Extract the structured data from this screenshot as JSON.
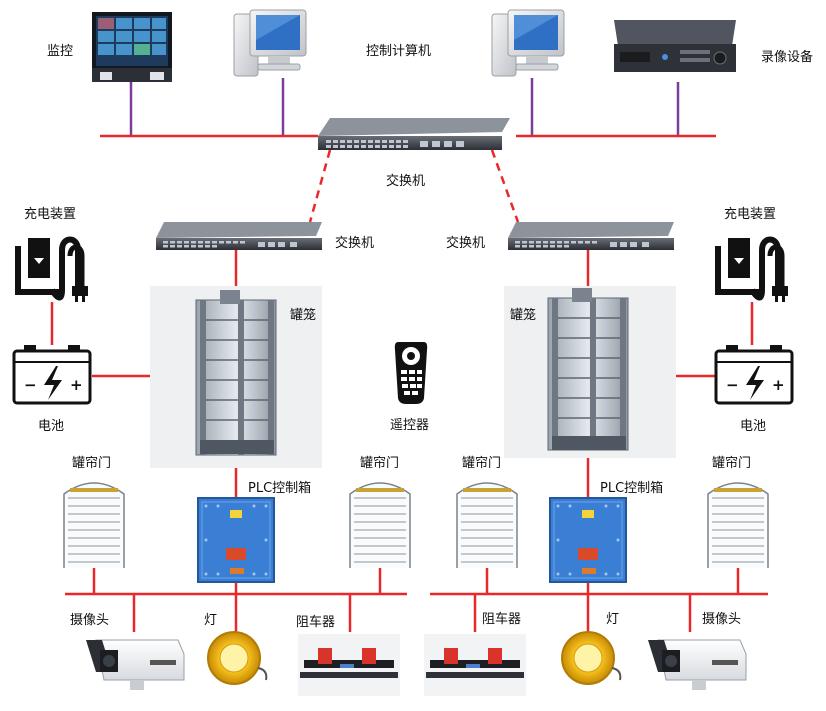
{
  "labels": {
    "monitor": "监控",
    "control_computer": "控制计算机",
    "recorder": "录像设备",
    "core_switch": "交换机",
    "switch_left": "交换机",
    "switch_right": "交换机",
    "charger_left": "充电装置",
    "charger_right": "充电装置",
    "battery_left": "电池",
    "battery_right": "电池",
    "cage_left": "罐笼",
    "cage_right": "罐笼",
    "remote": "遥控器",
    "plc_left": "PLC控制箱",
    "plc_right": "PLC控制箱",
    "door_1": "罐帘门",
    "door_2": "罐帘门",
    "door_3": "罐帘门",
    "door_4": "罐帘门",
    "camera_left": "摄像头",
    "camera_right": "摄像头",
    "lamp_left": "灯",
    "lamp_right": "灯",
    "stopper_left": "阻车器",
    "stopper_right": "阻车器",
    "battery_minus": "−",
    "battery_plus": "+",
    "lamp_brand_left": "",
    "lamp_brand_right": ""
  },
  "colors": {
    "red_link": "#e8282b",
    "purple_link": "#7d3c98",
    "panel_blue": "#3b7fd4",
    "device_dark": "#3a3d44"
  },
  "icons": [
    "monitor-wall-icon",
    "desktop-computer-icon",
    "dvr-recorder-icon",
    "network-switch-icon",
    "charger-icon",
    "battery-icon",
    "cage-icon",
    "remote-control-icon",
    "plc-box-icon",
    "rolling-door-icon",
    "camera-icon",
    "lamp-icon",
    "car-stopper-icon"
  ]
}
